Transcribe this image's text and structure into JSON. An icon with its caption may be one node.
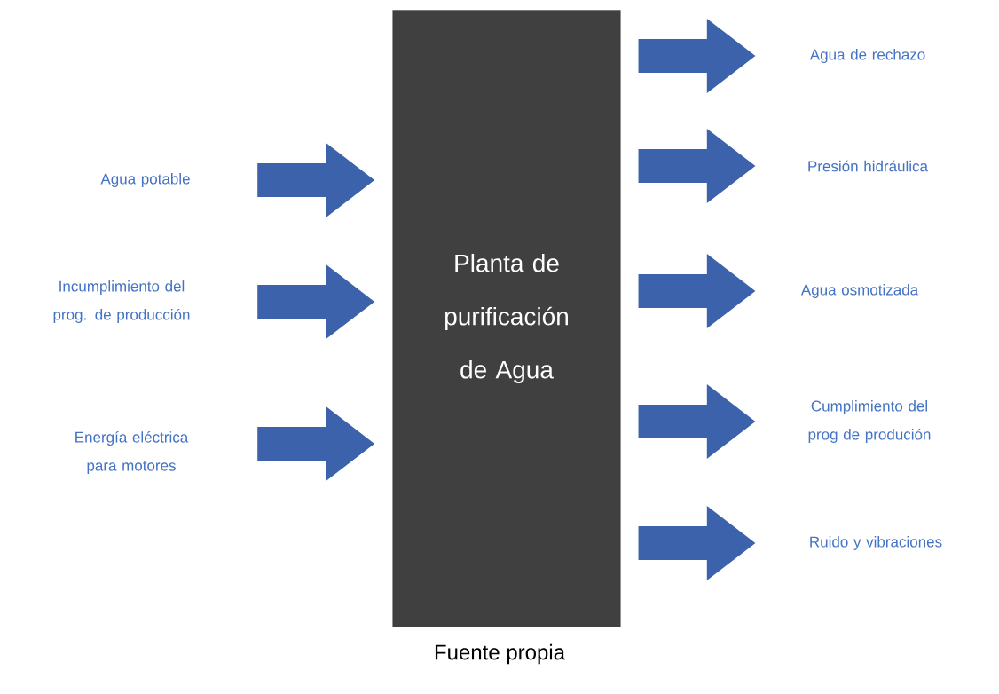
{
  "diagram": {
    "caption": "Fuente propia",
    "nodes": [
      {
        "text": [
          "Planta de purificación de Agua"
        ]
      },
      {
        "text": [
          "Agua potable"
        ]
      },
      {
        "text": [
          "Incumplimiento del prog. de producción"
        ]
      },
      {
        "text": [
          "Energía eléctrica para motores"
        ]
      },
      {
        "text": [
          "Agua de rechazo"
        ]
      },
      {
        "text": [
          "Presión hidráulica"
        ]
      },
      {
        "text": [
          "Agua osmotizada"
        ]
      },
      {
        "text": [
          "Cumplimiento  del prog de produción"
        ]
      },
      {
        "text": [
          "Ruido y vibraciones"
        ]
      }
    ],
    "edges": [
      {
        "from": 1,
        "to": 0,
        "arrow": "to"
      },
      {
        "from": 2,
        "to": 0,
        "arrow": "to"
      },
      {
        "from": 3,
        "to": 0,
        "arrow": "to"
      },
      {
        "from": 0,
        "to": 4,
        "arrow": "to"
      },
      {
        "from": 0,
        "to": 5,
        "arrow": "to"
      },
      {
        "from": 0,
        "to": 6,
        "arrow": "to"
      },
      {
        "from": 0,
        "to": 7,
        "arrow": "to"
      },
      {
        "from": 0,
        "to": 8,
        "arrow": "to"
      }
    ]
  }
}
